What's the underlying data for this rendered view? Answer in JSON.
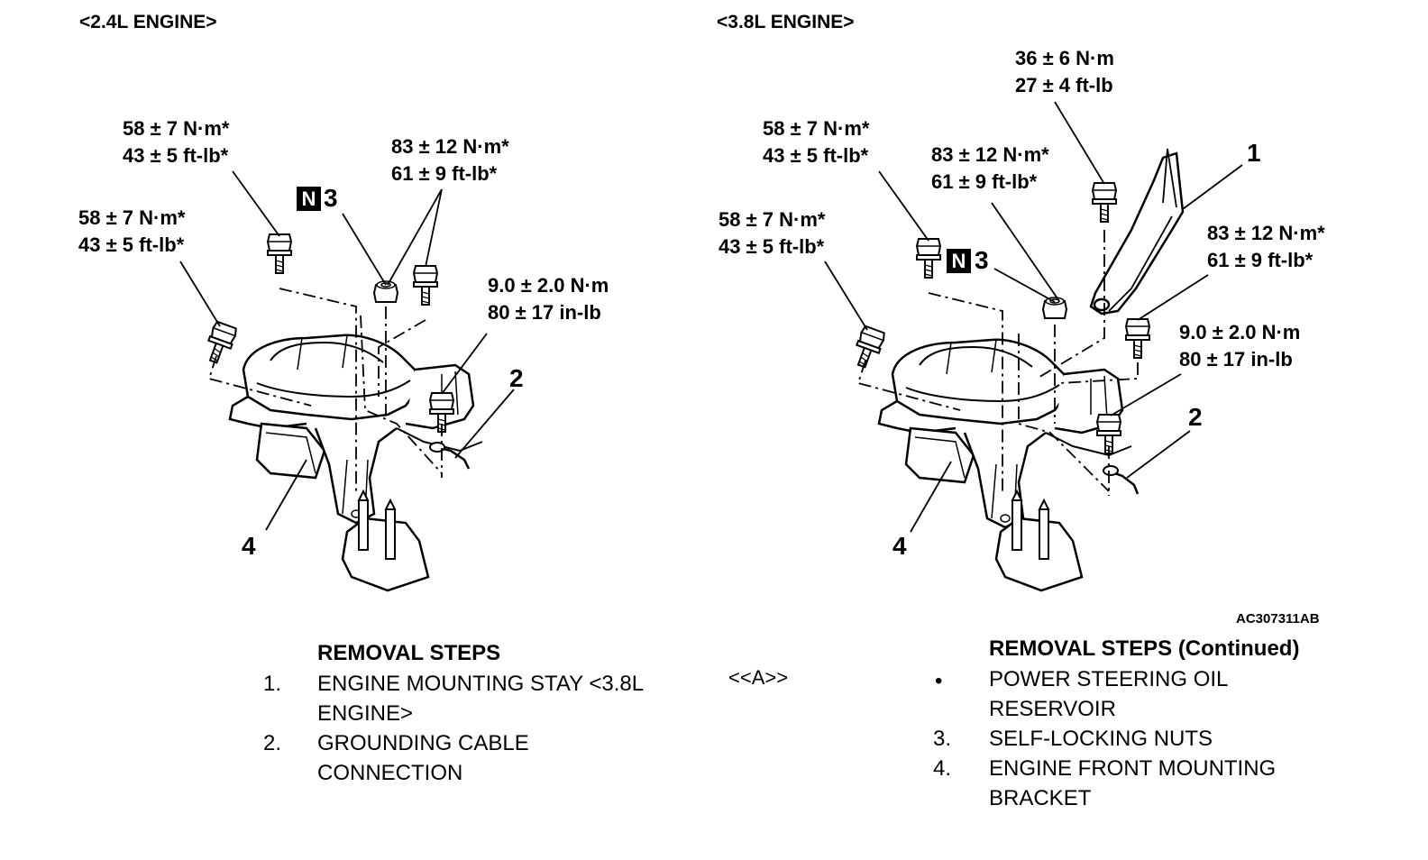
{
  "engine_24": {
    "header": "<2.4L ENGINE>",
    "torque_a": [
      "58 ± 7 N·m*",
      "43 ± 5 ft-lb*"
    ],
    "torque_b": [
      "58 ± 7 N·m*",
      "43 ± 5 ft-lb*"
    ],
    "torque_c": [
      "83 ± 12 N·m*",
      "61 ± 9 ft-lb*"
    ],
    "torque_d": [
      "9.0 ± 2.0 N·m",
      "80 ± 17 in-lb"
    ],
    "callout_2": "2",
    "callout_3": "3",
    "callout_4": "4",
    "badge": "N"
  },
  "engine_38": {
    "header": "<3.8L ENGINE>",
    "torque_a": [
      "58 ± 7 N·m*",
      "43 ± 5 ft-lb*"
    ],
    "torque_b": [
      "58 ± 7 N·m*",
      "43 ± 5 ft-lb*"
    ],
    "torque_c": [
      "83 ± 12 N·m*",
      "61 ± 9 ft-lb*"
    ],
    "torque_e": [
      "36 ± 6 N·m",
      "27 ± 4 ft-lb"
    ],
    "torque_f": [
      "83 ± 12 N·m*",
      "61 ± 9 ft-lb*"
    ],
    "torque_d": [
      "9.0 ± 2.0 N·m",
      "80 ± 17 in-lb"
    ],
    "callout_1": "1",
    "callout_2": "2",
    "callout_3": "3",
    "callout_4": "4",
    "badge": "N"
  },
  "figure_code": "AC307311AB",
  "removal_left": {
    "title": "REMOVAL STEPS",
    "steps": [
      {
        "num": "1.",
        "text_1": "ENGINE MOUNTING STAY <3.8L",
        "text_2": "ENGINE>"
      },
      {
        "num": "2.",
        "text_1": "GROUNDING CABLE",
        "text_2": "CONNECTION"
      }
    ]
  },
  "procedure_ref": "<<A>>",
  "removal_right": {
    "title": "REMOVAL STEPS (Continued)",
    "steps": [
      {
        "num": "•",
        "text_1": "POWER STEERING OIL",
        "text_2": "RESERVOIR"
      },
      {
        "num": "3.",
        "text_1": "SELF-LOCKING NUTS",
        "text_2": ""
      },
      {
        "num": "4.",
        "text_1": "ENGINE FRONT MOUNTING",
        "text_2": "BRACKET"
      }
    ]
  }
}
